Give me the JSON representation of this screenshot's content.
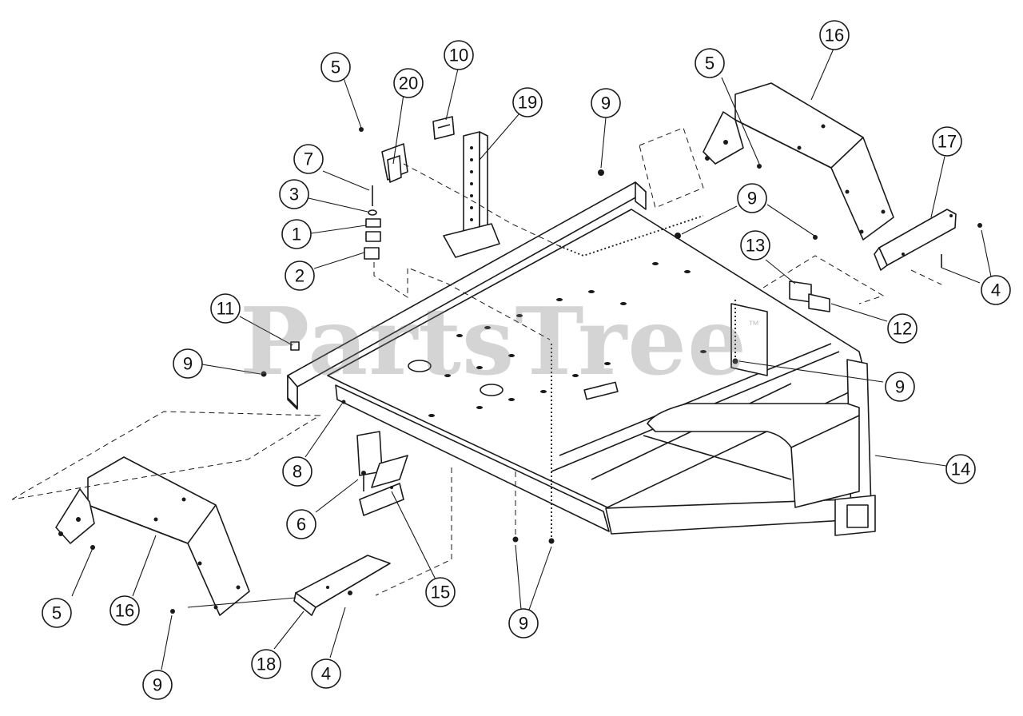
{
  "watermark": {
    "text": "PartsTree",
    "trademark": "™"
  },
  "callouts": [
    {
      "id": "c5a",
      "label": "5"
    },
    {
      "id": "c20",
      "label": "20"
    },
    {
      "id": "c10",
      "label": "10"
    },
    {
      "id": "c19",
      "label": "19"
    },
    {
      "id": "c7",
      "label": "7"
    },
    {
      "id": "c3",
      "label": "3"
    },
    {
      "id": "c1",
      "label": "1"
    },
    {
      "id": "c2",
      "label": "2"
    },
    {
      "id": "c9a",
      "label": "9"
    },
    {
      "id": "c5b",
      "label": "5"
    },
    {
      "id": "c16a",
      "label": "16"
    },
    {
      "id": "c17",
      "label": "17"
    },
    {
      "id": "c9b",
      "label": "9"
    },
    {
      "id": "c13",
      "label": "13"
    },
    {
      "id": "c4a",
      "label": "4"
    },
    {
      "id": "c12",
      "label": "12"
    },
    {
      "id": "c9c",
      "label": "9"
    },
    {
      "id": "c14",
      "label": "14"
    },
    {
      "id": "c11",
      "label": "11"
    },
    {
      "id": "c9d",
      "label": "9"
    },
    {
      "id": "c8",
      "label": "8"
    },
    {
      "id": "c6",
      "label": "6"
    },
    {
      "id": "c15",
      "label": "15"
    },
    {
      "id": "c5c",
      "label": "5"
    },
    {
      "id": "c16b",
      "label": "16"
    },
    {
      "id": "c9e",
      "label": "9"
    },
    {
      "id": "c18",
      "label": "18"
    },
    {
      "id": "c4b",
      "label": "4"
    },
    {
      "id": "c9f",
      "label": "9"
    }
  ]
}
